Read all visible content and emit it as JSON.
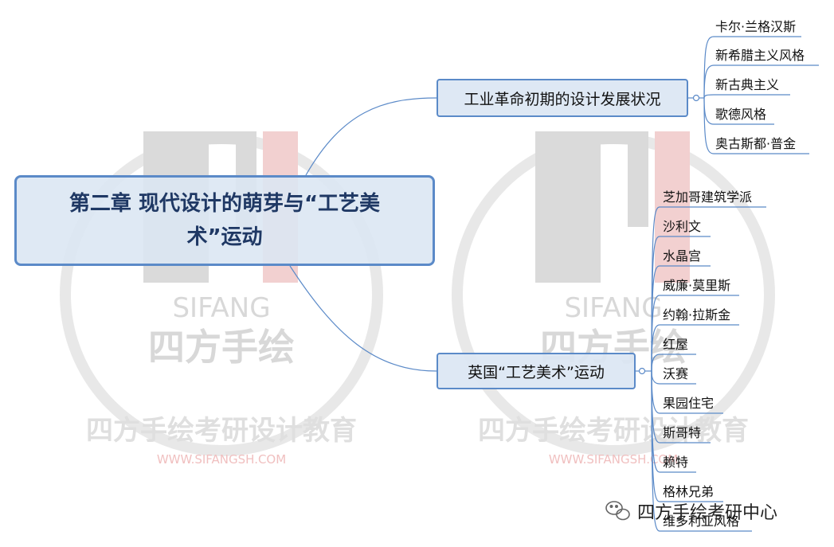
{
  "root": {
    "label": "第二章 现代设计的萌芽与“工艺美术”运动"
  },
  "branches": [
    {
      "label": "工业革命初期的设计发展状况",
      "leaves": [
        "卡尔·兰格汉斯",
        "新希腊主义风格",
        "新古典主义",
        "歌德风格",
        "奥古斯都·普金"
      ]
    },
    {
      "label": "英国“工艺美术”运动",
      "leaves": [
        "芝加哥建筑学派",
        "沙利文",
        "水晶宫",
        "威廉·莫里斯",
        "约翰·拉斯金",
        "红屋",
        "沃赛",
        "果园住宅",
        "斯哥特",
        "赖特",
        "格林兄弟",
        "维多利亚风格"
      ]
    }
  ],
  "watermark": {
    "brand_en": "SIFANG",
    "brand_cn": "四方手绘",
    "slogan": "四方手绘考研设计教育",
    "url": "WWW.SIFANGSH.COM"
  },
  "footer_brand": {
    "label": "四方手绘考研中心"
  },
  "colors": {
    "line": "#5b8ac8",
    "node_fill": "#dbe6f3",
    "root_text": "#1f3864"
  }
}
